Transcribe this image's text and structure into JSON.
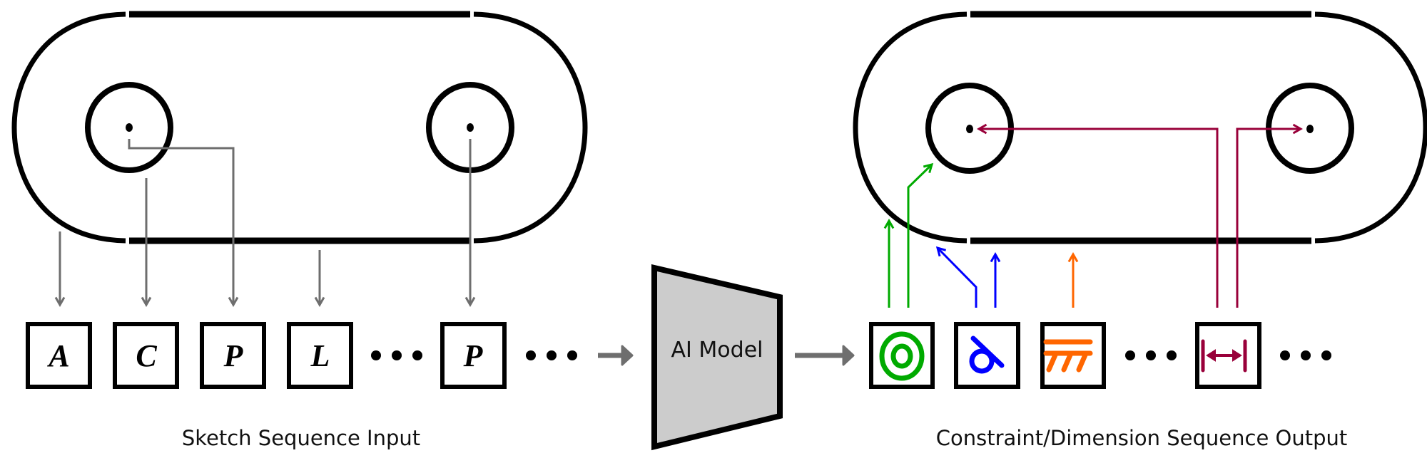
{
  "diagram": {
    "title": "Sketch to constraint/dimension sequence pipeline",
    "colors": {
      "outline": "#000000",
      "input_arrow": "#6e6e6e",
      "model_fill": "#cccccc",
      "concentric": "#00aa00",
      "tangent": "#0000ff",
      "fix": "#ff6600",
      "dimension": "#99003a"
    },
    "input": {
      "caption": "Sketch Sequence Input",
      "tokens": [
        {
          "label": "A",
          "meaning": "arc"
        },
        {
          "label": "C",
          "meaning": "circle"
        },
        {
          "label": "P",
          "meaning": "point"
        },
        {
          "label": "L",
          "meaning": "line"
        },
        {
          "label": "P",
          "meaning": "point"
        }
      ],
      "ellipsis": "•••"
    },
    "model": {
      "label": "AI Model"
    },
    "output": {
      "caption": "Constraint/Dimension Sequence Output",
      "tokens": [
        {
          "icon": "concentric-icon",
          "meaning": "concentric constraint"
        },
        {
          "icon": "tangent-icon",
          "meaning": "tangent constraint"
        },
        {
          "icon": "fix-icon",
          "meaning": "fix/ground constraint"
        },
        {
          "icon": "distance-dimension-icon",
          "meaning": "distance dimension"
        }
      ],
      "ellipsis": "•••"
    }
  }
}
